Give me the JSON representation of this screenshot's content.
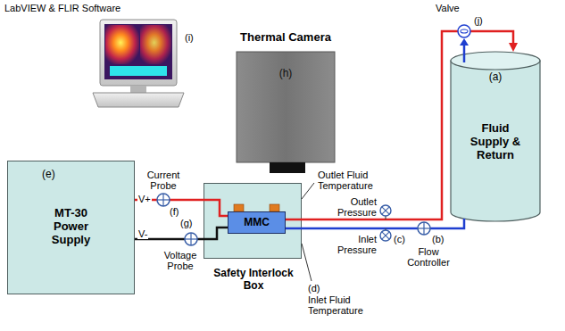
{
  "diagram": {
    "nodes": [
      {
        "text": [
          "LabVIEW & FLIR Software",
          "(i)"
        ]
      },
      {
        "text": [
          "Thermal Camera",
          "(h)"
        ]
      },
      {
        "text": [
          "(e)",
          "MT-30 Power Supply"
        ]
      },
      {
        "text": [
          "Safety Interlock Box"
        ]
      },
      {
        "text": [
          "MMC"
        ],
        "in": 3
      },
      {
        "text": [
          "(a)",
          "Fluid Supply & Return"
        ]
      }
    ],
    "edges": [
      {
        "from": 2,
        "to": 4,
        "arrow": "none"
      },
      {
        "from": 2,
        "to": 4,
        "arrow": "none"
      },
      {
        "from": 4,
        "to": 5,
        "arrow": "to"
      },
      {
        "from": 4,
        "to": 5,
        "arrow": "none"
      }
    ],
    "labels": [
      "V+",
      "V-",
      "Current Probe",
      "(f)",
      "Voltage Probe",
      "(g)",
      "Outlet Fluid Temperature",
      "Outlet Pressure",
      "Inlet Pressure",
      "(c)",
      "Inlet Fluid Temperature",
      "(d)",
      "Flow Controller",
      "(b)",
      "Valve",
      "(j)"
    ]
  }
}
